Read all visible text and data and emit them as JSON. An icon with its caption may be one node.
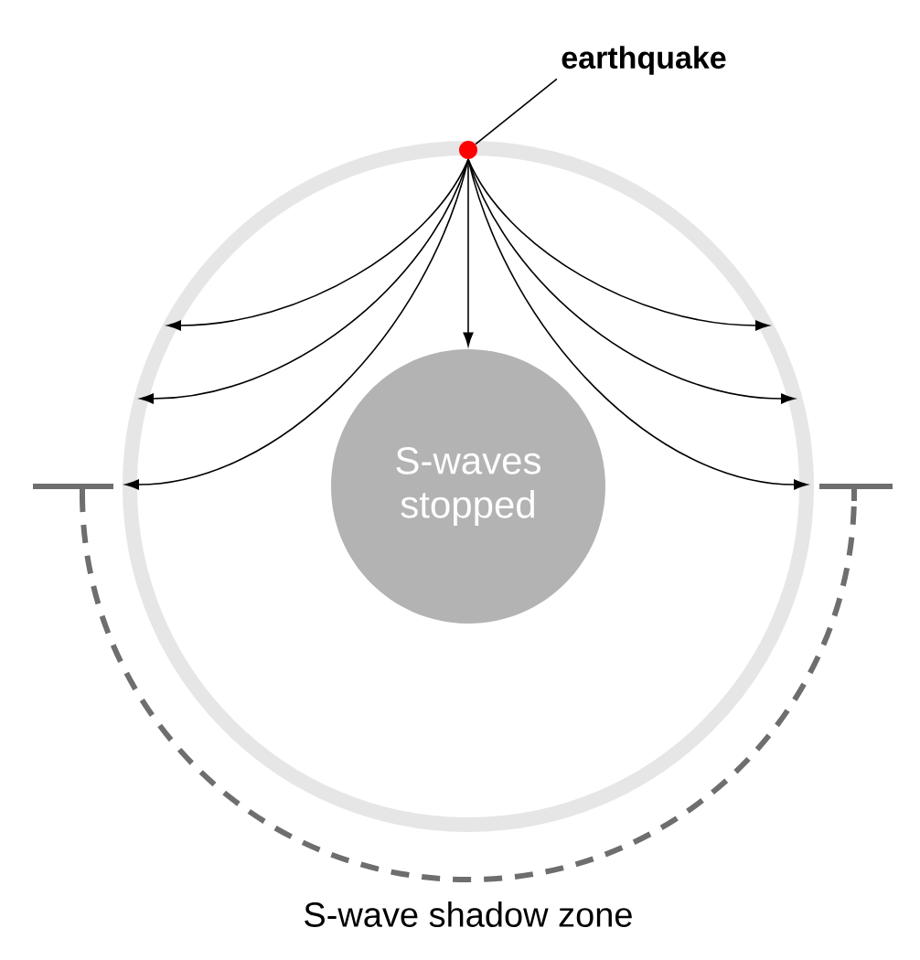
{
  "diagram": {
    "nodes": [
      {
        "text": [
          "earthquake"
        ]
      },
      {
        "text": [],
        "shape": "circle"
      },
      {
        "text": [
          "S-waves stopped"
        ]
      }
    ],
    "edges": [
      {
        "from": 0,
        "to": 1,
        "arrow": "none"
      },
      {
        "from": 1,
        "to": null,
        "arrow": "to"
      },
      {
        "from": 1,
        "to": null,
        "arrow": "to"
      },
      {
        "from": 1,
        "to": null,
        "arrow": "to"
      },
      {
        "from": 1,
        "to": 2,
        "arrow": "to"
      },
      {
        "from": 1,
        "to": null,
        "arrow": "to"
      },
      {
        "from": 1,
        "to": null,
        "arrow": "to"
      },
      {
        "from": 1,
        "to": null,
        "arrow": "to"
      }
    ],
    "labels": [
      "S-wave shadow zone"
    ]
  }
}
